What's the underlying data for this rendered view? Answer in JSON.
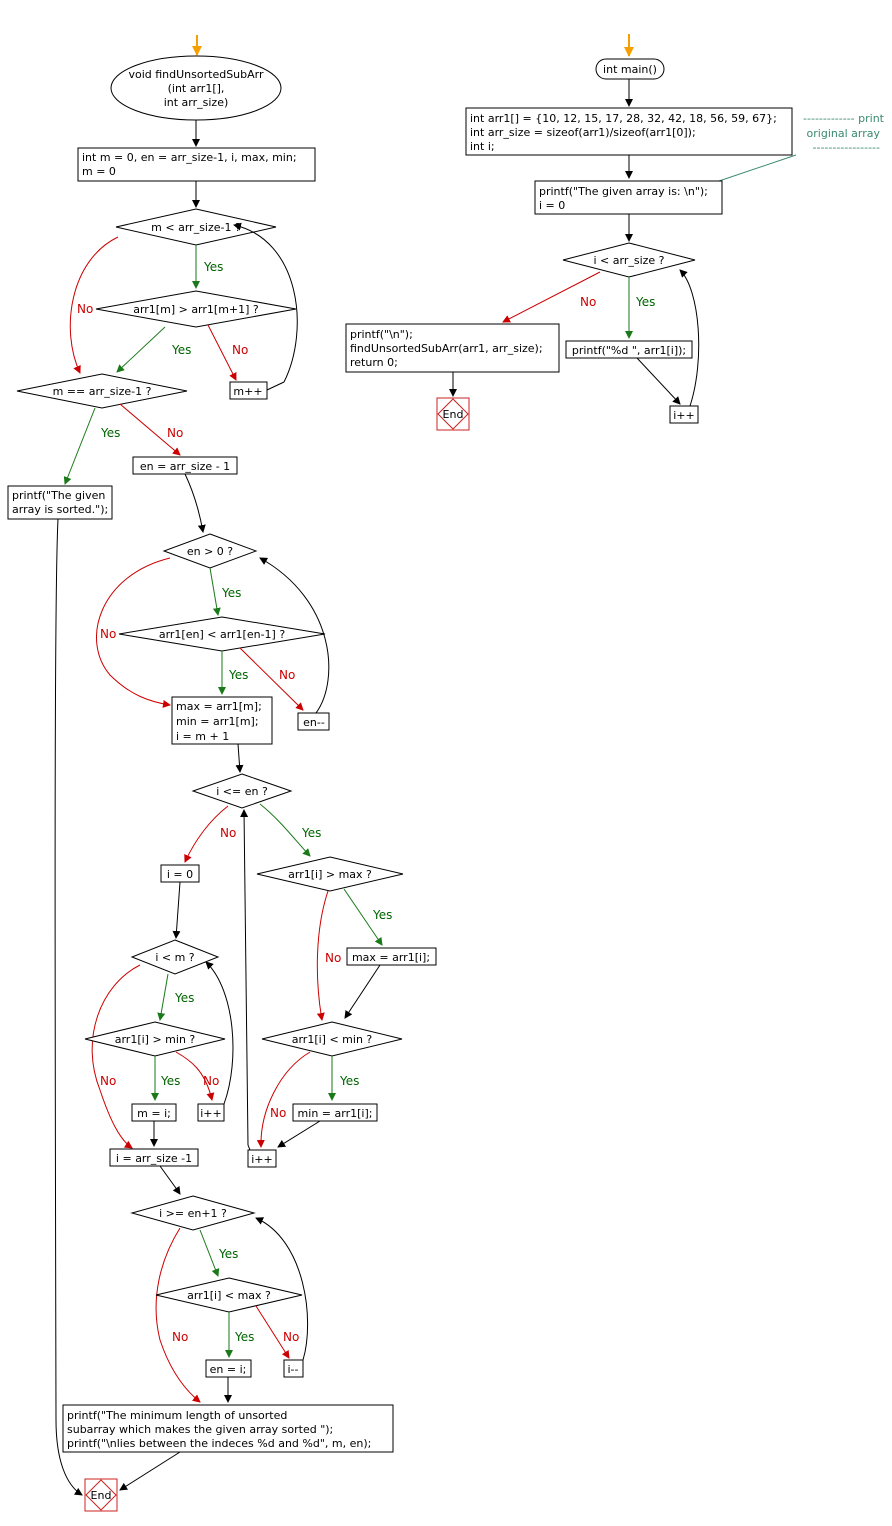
{
  "colors": {
    "yes": "#006400",
    "no": "#cc0000",
    "start_arrow": "#f5a000",
    "end_border": "#cc2222",
    "note": "#3a8a6e"
  },
  "left": {
    "func": [
      "void findUnsortedSubArr",
      "(int arr1[],",
      "int arr_size)"
    ],
    "init": [
      "int m = 0, en = arr_size-1, i, max, min;",
      "m = 0"
    ],
    "d_m_loop": "m < arr_size-1 ?",
    "d_cmp": "arr1[m] > arr1[m+1] ?",
    "m_inc": "m++",
    "d_sorted": "m == arr_size-1 ?",
    "print_sorted": [
      "printf(\"The given",
      "array is sorted.\");"
    ],
    "en_set": "en = arr_size - 1",
    "d_en": "en > 0 ?",
    "d_en_cmp": "arr1[en] < arr1[en-1] ?",
    "en_dec": "en--",
    "maxmin": [
      "max = arr1[m];",
      "min = arr1[m];",
      "i = m + 1"
    ],
    "d_i_en": "i <= en ?",
    "d_gt_max": "arr1[i] > max ?",
    "max_set": "max = arr1[i];",
    "d_lt_min": "arr1[i] < min ?",
    "min_set": "min = arr1[i];",
    "i_inc_a": "i++",
    "i_zero": "i = 0",
    "d_i_m": "i < m ?",
    "d_gt_min": "arr1[i] > min ?",
    "m_set": "m = i;",
    "i_inc_b": "i++",
    "i_last": "i = arr_size -1",
    "d_i_en1": "i >= en+1 ?",
    "d_lt_max": "arr1[i] < max ?",
    "en_set_i": "en = i;",
    "i_dec": "i--",
    "final_print": [
      "printf(\"The minimum length of unsorted",
      "subarray which makes the given array sorted \");",
      "printf(\"\\nlies between the indeces %d and %d\", m, en);"
    ],
    "end": "End"
  },
  "right": {
    "main": "int main()",
    "decl": [
      "int arr1[] = {10, 12, 15, 17, 28, 32, 42, 18, 56, 59, 67};",
      "int arr_size = sizeof(arr1)/sizeof(arr1[0]);",
      "int i;"
    ],
    "note": [
      "------------- print",
      "original array",
      "-----------------"
    ],
    "print_given": [
      "printf(\"The given array is:  \\n\");",
      "i = 0"
    ],
    "d_loop": "i < arr_size ?",
    "call": [
      "printf(\"\\n\");",
      "findUnsortedSubArr(arr1, arr_size);",
      "return 0;"
    ],
    "print_elem": "printf(\"%d  \", arr1[i]);",
    "i_inc": "i++",
    "end": "End"
  },
  "labels": {
    "yes": "Yes",
    "no": "No"
  }
}
